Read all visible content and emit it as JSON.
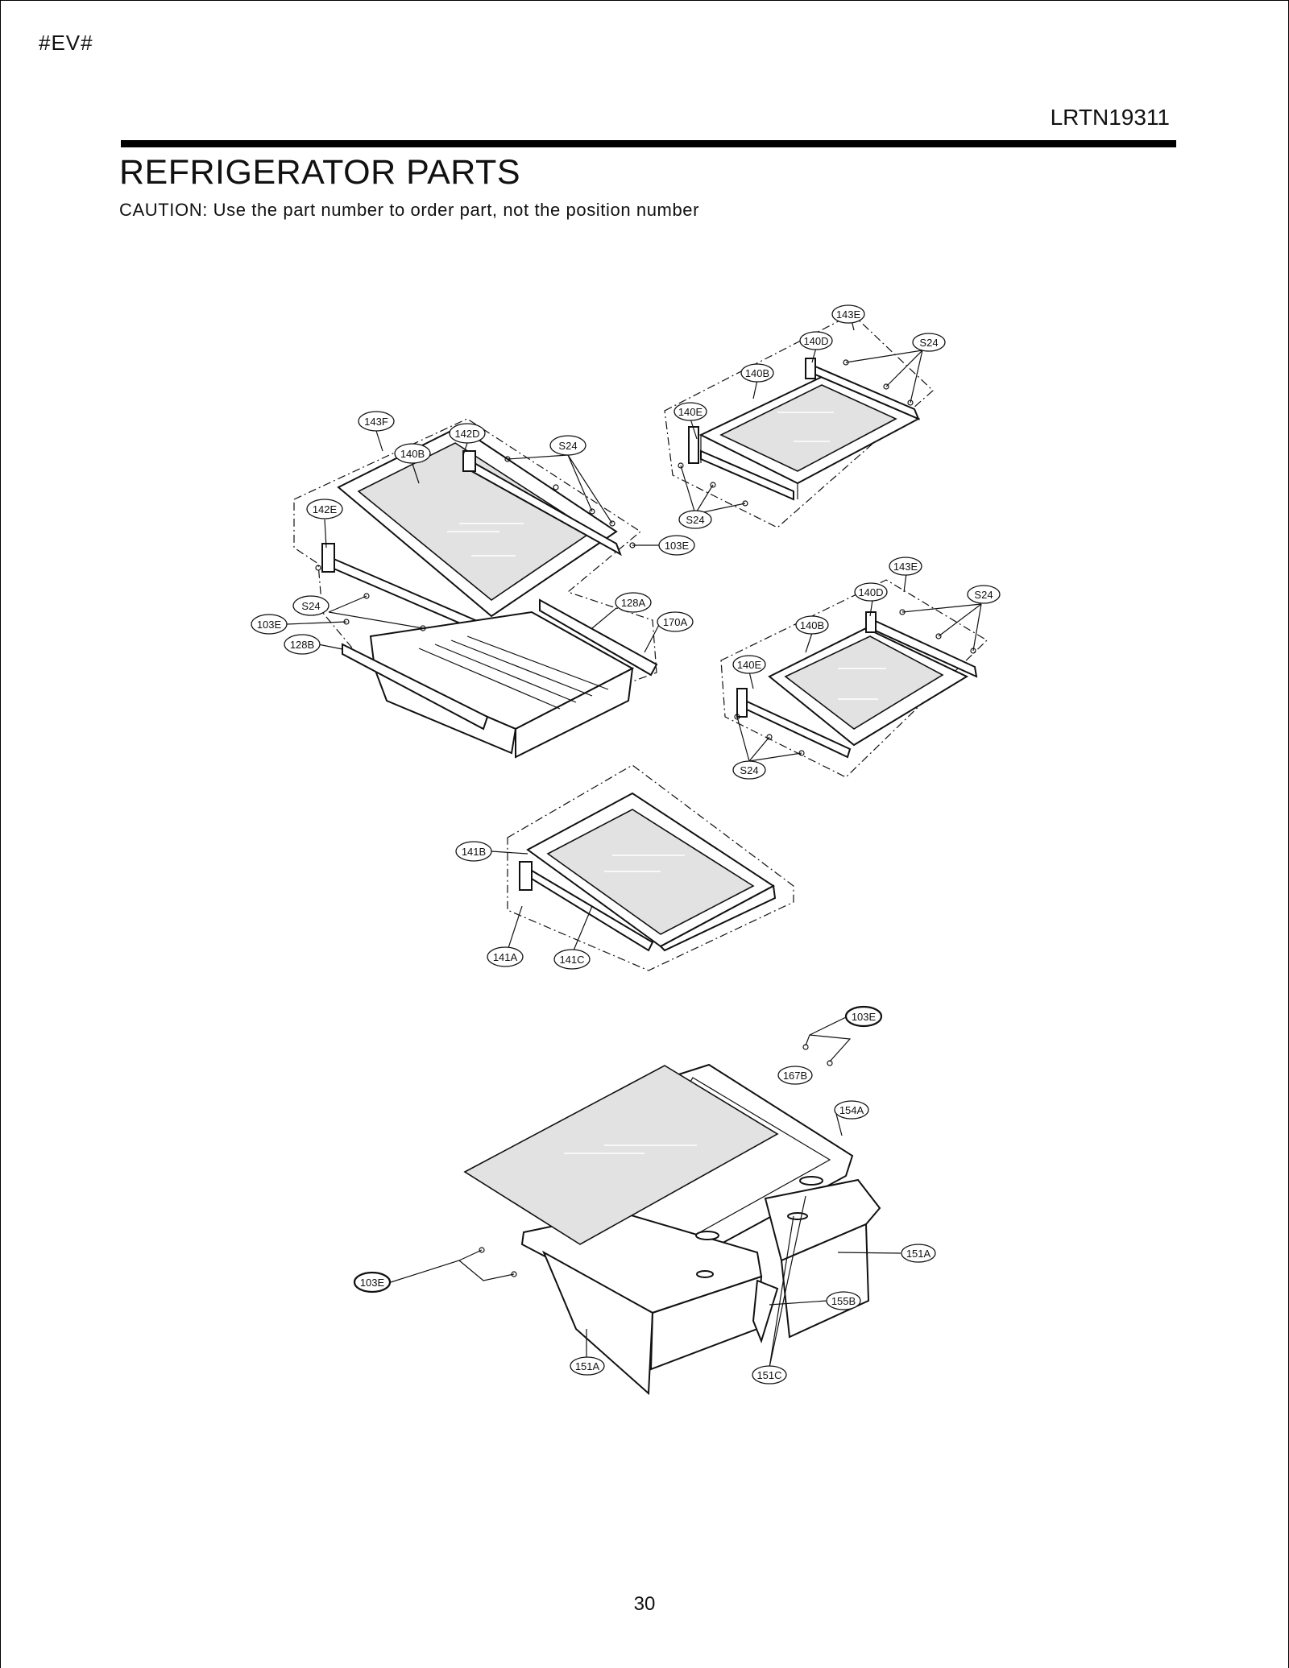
{
  "header": {
    "tag": "#EV#",
    "model": "LRTN19311"
  },
  "title": "REFRIGERATOR PARTS",
  "caution": "CAUTION: Use the part number to order part, not the position number",
  "page_number": "30",
  "callouts": {
    "c143E_a": "143E",
    "c140D_a": "140D",
    "cS24_a": "S24",
    "c140B_a": "140B",
    "c140E_a": "140E",
    "cS24_b": "S24",
    "c143F": "143F",
    "c142D": "142D",
    "cS24_c": "S24",
    "c140B_b": "140B",
    "c142E": "142E",
    "c103E_a": "103E",
    "cS24_d": "S24",
    "c103E_b": "103E",
    "c128B": "128B",
    "c128A": "128A",
    "c170A": "170A",
    "c143E_b": "143E",
    "c140D_b": "140D",
    "cS24_e": "S24",
    "c140B_c": "140B",
    "c140E_b": "140E",
    "cS24_f": "S24",
    "c141B": "141B",
    "c141A": "141A",
    "c141C": "141C",
    "c103E_c": "103E",
    "c167B": "167B",
    "c154A": "154A",
    "c151A_a": "151A",
    "c155B": "155B",
    "c103E_d": "103E",
    "c151A_b": "151A",
    "c151C": "151C"
  }
}
